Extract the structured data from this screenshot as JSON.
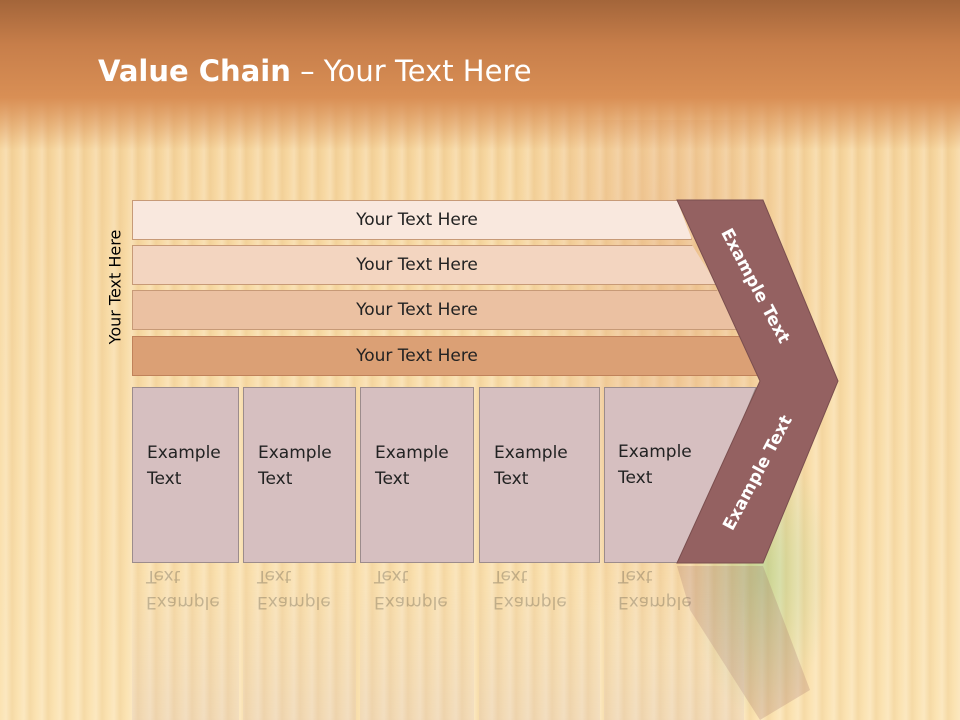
{
  "slide": {
    "title_bold": "Value Chain",
    "title_rest": " – Your Text Here",
    "vertical_label": "Your Text Here"
  },
  "bands": [
    {
      "label": "Your Text Here"
    },
    {
      "label": "Your Text Here"
    },
    {
      "label": "Your Text Here"
    },
    {
      "label": "Your Text Here"
    }
  ],
  "columns": [
    {
      "line1": "Example",
      "line2": "Text"
    },
    {
      "line1": "Example",
      "line2": "Text"
    },
    {
      "line1": "Example",
      "line2": "Text"
    },
    {
      "line1": "Example",
      "line2": "Text"
    },
    {
      "line1": "Example",
      "line2": "Text"
    }
  ],
  "chevron": {
    "upper_label": "Example Text",
    "lower_label": "Example Text",
    "color": "#946161"
  },
  "colors": {
    "header": "#c77e4a",
    "band1": "#f9e8de",
    "band2": "#f3d5c0",
    "band3": "#ebc1a2",
    "band4": "#dba075",
    "column": "#d6bfc0"
  }
}
